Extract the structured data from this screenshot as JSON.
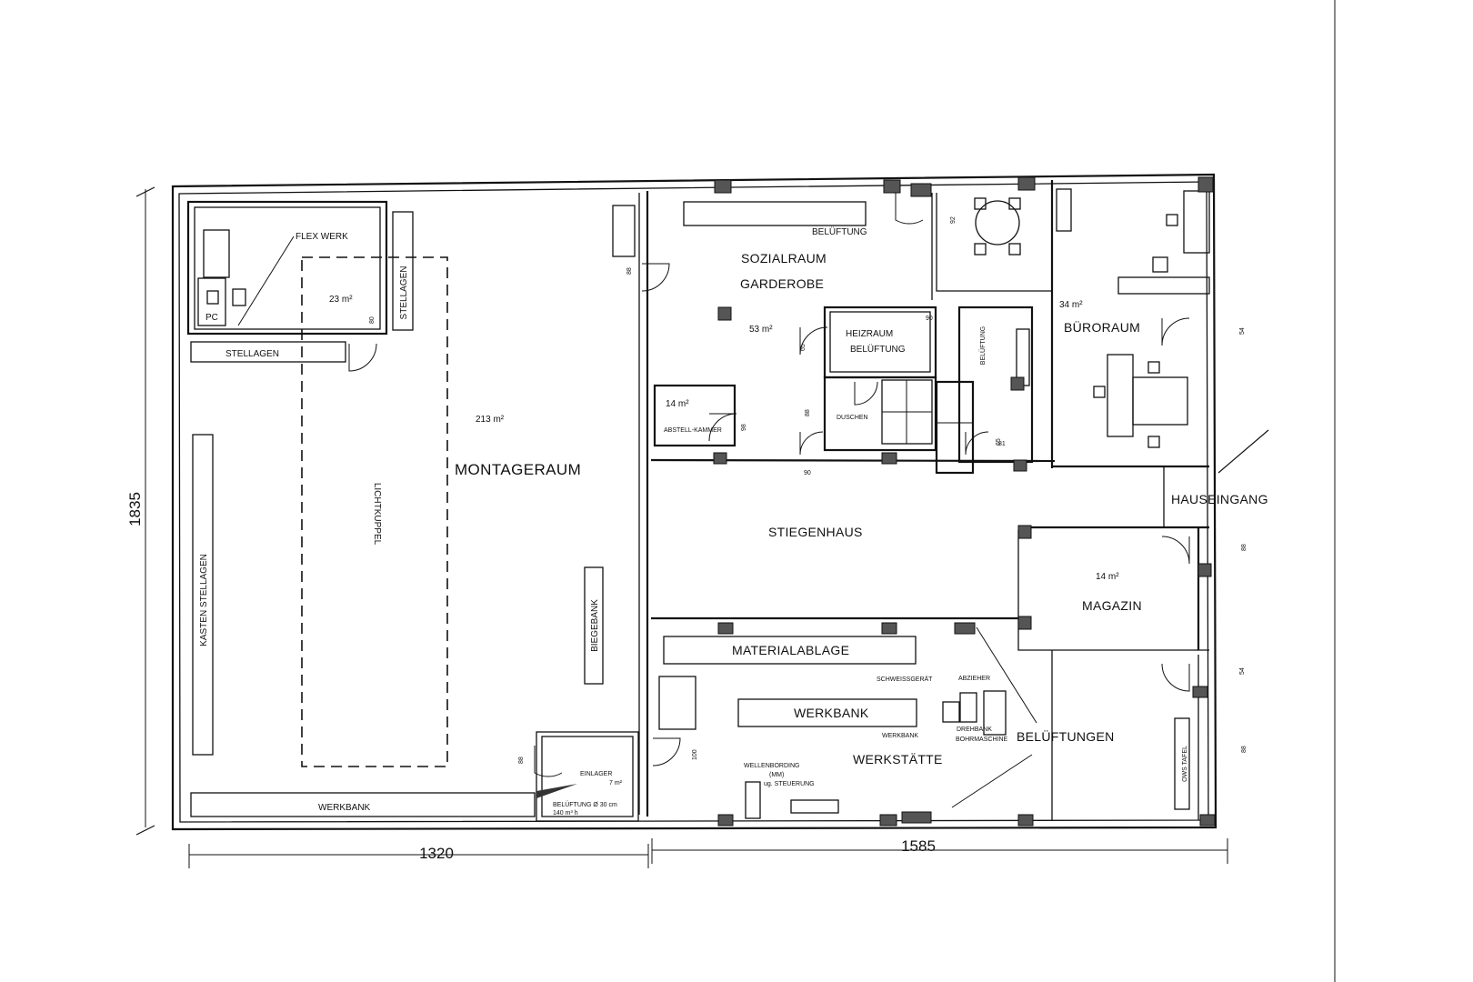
{
  "dimensions": {
    "height": "1835",
    "width_left": "1320",
    "width_right": "1585"
  },
  "rooms": {
    "flex_werk": "FLEX WERK",
    "pc": "PC",
    "area_23": "23 m²",
    "stellagen_top": "STELLAGEN",
    "stellagen_left": "STELLAGEN",
    "montageraum": "MONTAGERAUM",
    "area_213": "213 m²",
    "lichtkuppel": "LICHTKUPPEL",
    "kasten_stellagen": "KASTEN STELLAGEN",
    "biegebank": "BIEGEBANK",
    "werkbank_left": "WERKBANK",
    "einlager": "EINLAGER",
    "area_7": "7 m²",
    "belueftung_small": "BELÜFTUNG Ø 30 cm",
    "belueftung_small_2": "140 m³ h",
    "belueftung_top": "BELÜFTUNG",
    "sozialraum": "SOZIALRAUM",
    "garderobe": "GARDEROBE",
    "area_53": "53 m²",
    "heizraum": "HEIZRAUM",
    "belueftung_heiz": "BELÜFTUNG",
    "abstellkammer": "ABSTELL-KAMMER",
    "area_14_left": "14 m²",
    "duschen": "DUSCHEN",
    "belueftung_vert": "BELÜFTUNG",
    "area_buero": "34 m²",
    "buero": "BÜRORAUM",
    "hauseingang": "HAUSEINGANG",
    "stiegenhaus": "STIEGENHAUS",
    "area_14_mag": "14 m²",
    "magazin": "MAGAZIN",
    "materialablage": "MATERIALABLAGE",
    "werkbank_right": "WERKBANK",
    "werkstaette": "WERKSTÄTTE",
    "schweissgeraet": "SCHWEISSGERÄT",
    "abzieher": "ABZIEHER",
    "drehbank": "DREHBANK",
    "bohrmaschine": "BOHRMASCHINE",
    "belueftungen": "BELÜFTUNGEN",
    "werkbank_schild": "WERKBANK",
    "ofen_tafel": "OWS TAFEL",
    "maschinen_1": "WELLENBORDING",
    "maschinen_2": "(MM)",
    "maschinen_3": "ug. STEUERUNG"
  },
  "door_widths": {
    "d1": "80",
    "d2": "88",
    "d3": "92",
    "d4": "65",
    "d5": "98",
    "d6": "88",
    "d7": "90",
    "d8": "90",
    "d9": "65",
    "d10": "54",
    "d11": "88",
    "d12": "54",
    "d13": "100",
    "d14": "88",
    "d15": "88",
    "d16": "81"
  }
}
